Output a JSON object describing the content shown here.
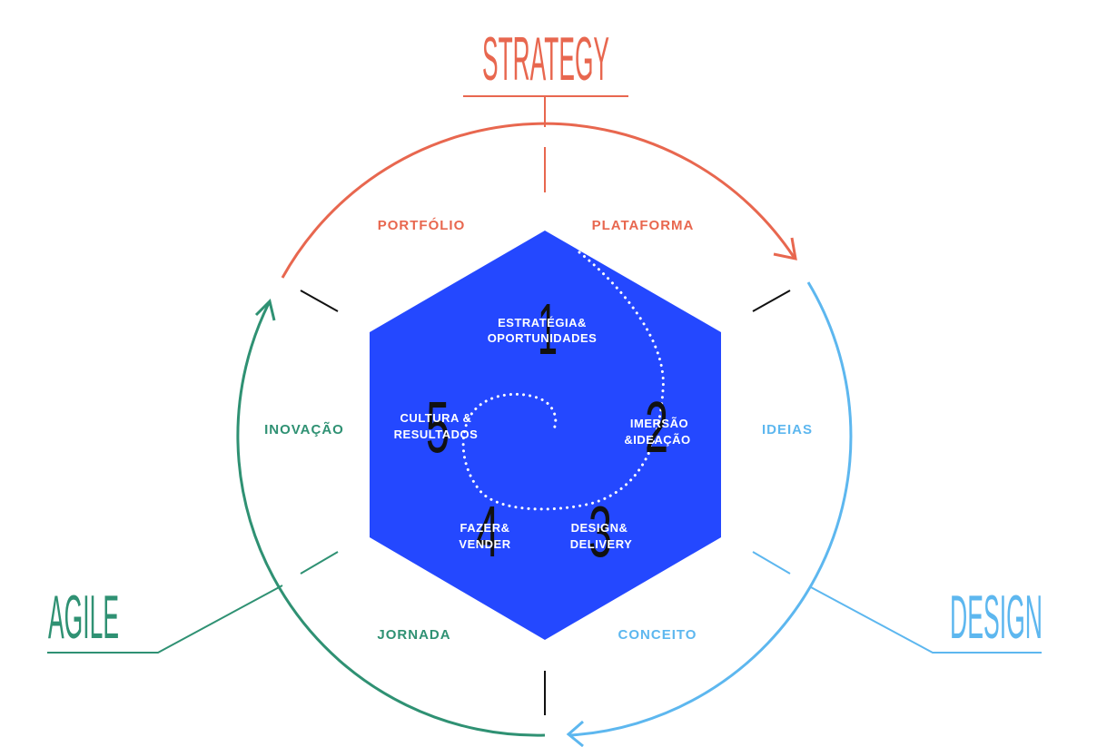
{
  "colors": {
    "strategy": "#e8674f",
    "design": "#5db7ef",
    "agile": "#2f9173",
    "hexagon": "#2448ff",
    "divider": "#111111",
    "inner_text": "#ffffff"
  },
  "headings": {
    "strategy": "STRATEGY",
    "agile": "AGILE",
    "design": "DESIGN"
  },
  "ring_labels": {
    "portfolio": "PORTFÓLIO",
    "plataforma": "PLATAFORMA",
    "inovacao": "INOVAÇÃO",
    "ideias": "IDEIAS",
    "jornada": "JORNADA",
    "conceito": "CONCEITO"
  },
  "steps": [
    {
      "number": "1",
      "line1": "ESTRATÉGIA&",
      "line2": "OPORTUNIDADES"
    },
    {
      "number": "2",
      "line1": "IMERSÃO",
      "line2": "&IDEAÇÃO"
    },
    {
      "number": "3",
      "line1": "DESIGN&",
      "line2": "DELIVERY"
    },
    {
      "number": "4",
      "line1": "FAZER&",
      "line2": "VENDER"
    },
    {
      "number": "5",
      "line1": "CULTURA &",
      "line2": "RESULTADOS"
    }
  ]
}
